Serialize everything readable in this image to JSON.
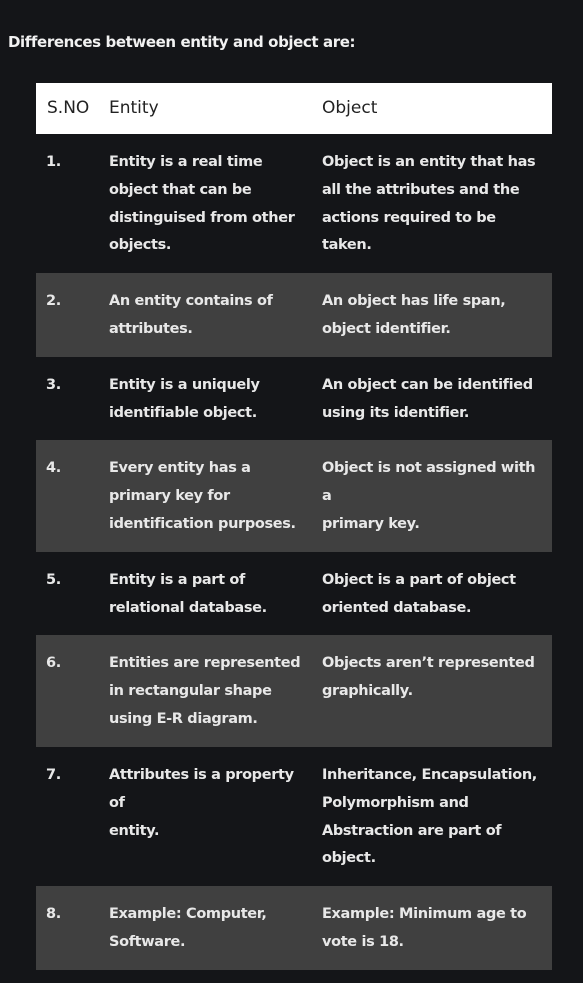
{
  "heading": "Differences between entity and object are:",
  "table": {
    "headers": {
      "sno": "S.NO",
      "entity": "Entity",
      "object": "Object"
    },
    "rows": [
      {
        "sno": "1.",
        "entity": "Entity is a real time\nobject that can be\ndistinguised from other\nobjects.",
        "object": "Object is an entity that has\nall the attributes and the\nactions required to be taken."
      },
      {
        "sno": "2.",
        "entity": "An entity contains of\nattributes.",
        "object": "An object has life span,\nobject identifier."
      },
      {
        "sno": "3.",
        "entity": "Entity is a uniquely\nidentifiable object.",
        "object": "An object can be identified\nusing its identifier."
      },
      {
        "sno": "4.",
        "entity": "Every entity has a\nprimary key for\nidentification purposes.",
        "object": "Object is not assigned with a\nprimary key."
      },
      {
        "sno": "5.",
        "entity": "Entity is a part of\nrelational database.",
        "object": "Object is a part of object\noriented database."
      },
      {
        "sno": "6.",
        "entity": "Entities are represented\nin rectangular shape\nusing E-R diagram.",
        "object": "Objects aren’t represented\ngraphically."
      },
      {
        "sno": "7.",
        "entity": "Attributes is a property of\nentity.",
        "object": "Inheritance, Encapsulation,\nPolymorphism and\nAbstraction are part of\nobject."
      },
      {
        "sno": "8.",
        "entity": "Example: Computer,\nSoftware.",
        "object": "Example: Minimum age to\nvote is 18."
      }
    ]
  }
}
